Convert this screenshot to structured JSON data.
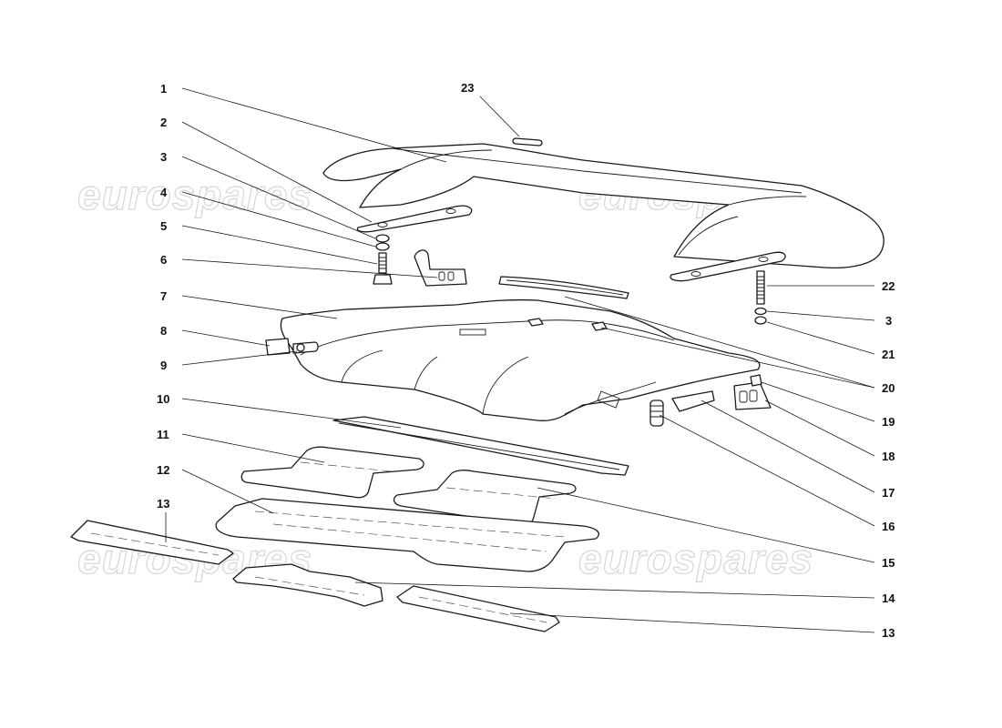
{
  "watermark": {
    "text": "eurospares"
  },
  "callouts": [
    {
      "id": "c1",
      "label": "1"
    },
    {
      "id": "c2",
      "label": "2"
    },
    {
      "id": "c3a",
      "label": "3"
    },
    {
      "id": "c4",
      "label": "4"
    },
    {
      "id": "c5",
      "label": "5"
    },
    {
      "id": "c6",
      "label": "6"
    },
    {
      "id": "c7",
      "label": "7"
    },
    {
      "id": "c8",
      "label": "8"
    },
    {
      "id": "c9",
      "label": "9"
    },
    {
      "id": "c10",
      "label": "10"
    },
    {
      "id": "c11",
      "label": "11"
    },
    {
      "id": "c12",
      "label": "12"
    },
    {
      "id": "c13a",
      "label": "13"
    },
    {
      "id": "c23",
      "label": "23"
    },
    {
      "id": "c22",
      "label": "22"
    },
    {
      "id": "c3b",
      "label": "3"
    },
    {
      "id": "c21",
      "label": "21"
    },
    {
      "id": "c20",
      "label": "20"
    },
    {
      "id": "c19",
      "label": "19"
    },
    {
      "id": "c18",
      "label": "18"
    },
    {
      "id": "c17",
      "label": "17"
    },
    {
      "id": "c16",
      "label": "16"
    },
    {
      "id": "c15",
      "label": "15"
    },
    {
      "id": "c14",
      "label": "14"
    },
    {
      "id": "c13b",
      "label": "13"
    }
  ]
}
